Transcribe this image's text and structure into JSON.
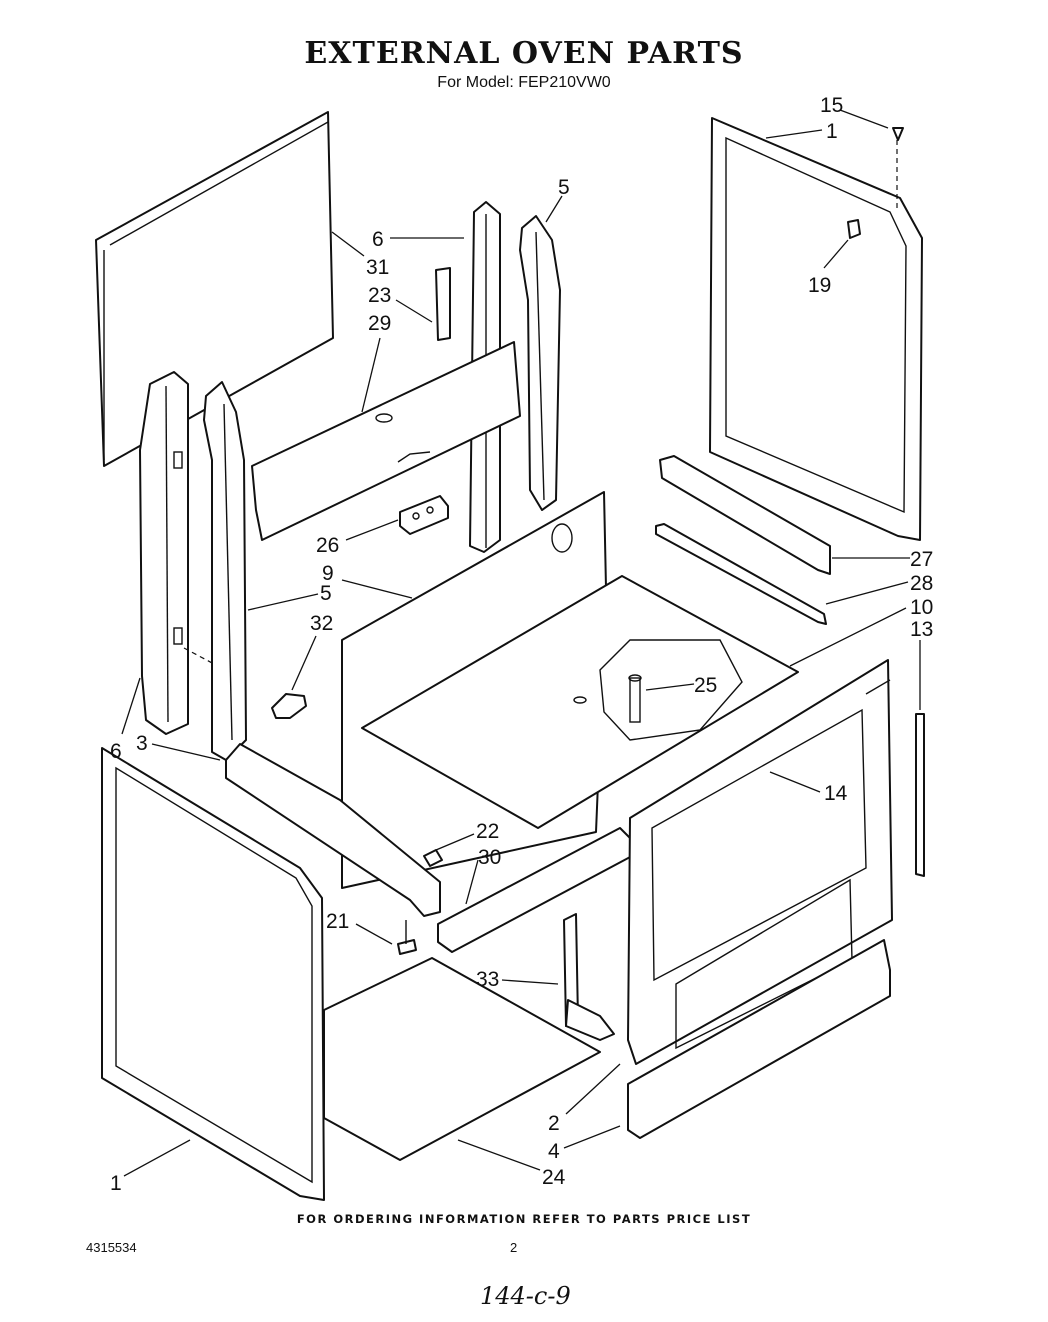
{
  "header": {
    "title": "EXTERNAL OVEN PARTS",
    "subtitle": "For Model: FEP210VW0"
  },
  "callouts": [
    {
      "id": "c15",
      "label": "15"
    },
    {
      "id": "c1_top",
      "label": "1"
    },
    {
      "id": "c19",
      "label": "19"
    },
    {
      "id": "c5_top",
      "label": "5"
    },
    {
      "id": "c6_top",
      "label": "6"
    },
    {
      "id": "c31",
      "label": "31"
    },
    {
      "id": "c23",
      "label": "23"
    },
    {
      "id": "c29",
      "label": "29"
    },
    {
      "id": "c26",
      "label": "26"
    },
    {
      "id": "c9",
      "label": "9"
    },
    {
      "id": "c5_mid",
      "label": "5"
    },
    {
      "id": "c32",
      "label": "32"
    },
    {
      "id": "c27",
      "label": "27"
    },
    {
      "id": "c28",
      "label": "28"
    },
    {
      "id": "c10",
      "label": "10"
    },
    {
      "id": "c13",
      "label": "13"
    },
    {
      "id": "c25",
      "label": "25"
    },
    {
      "id": "c6_low",
      "label": "6"
    },
    {
      "id": "c3",
      "label": "3"
    },
    {
      "id": "c14",
      "label": "14"
    },
    {
      "id": "c22",
      "label": "22"
    },
    {
      "id": "c30",
      "label": "30"
    },
    {
      "id": "c21",
      "label": "21"
    },
    {
      "id": "c33",
      "label": "33"
    },
    {
      "id": "c2",
      "label": "2"
    },
    {
      "id": "c4",
      "label": "4"
    },
    {
      "id": "c1_bottom",
      "label": "1"
    },
    {
      "id": "c24",
      "label": "24"
    }
  ],
  "footer": {
    "note": "FOR ORDERING INFORMATION REFER TO PARTS PRICE LIST",
    "doc_number": "4315534",
    "page_number": "2",
    "handwritten": "144-c-9"
  }
}
